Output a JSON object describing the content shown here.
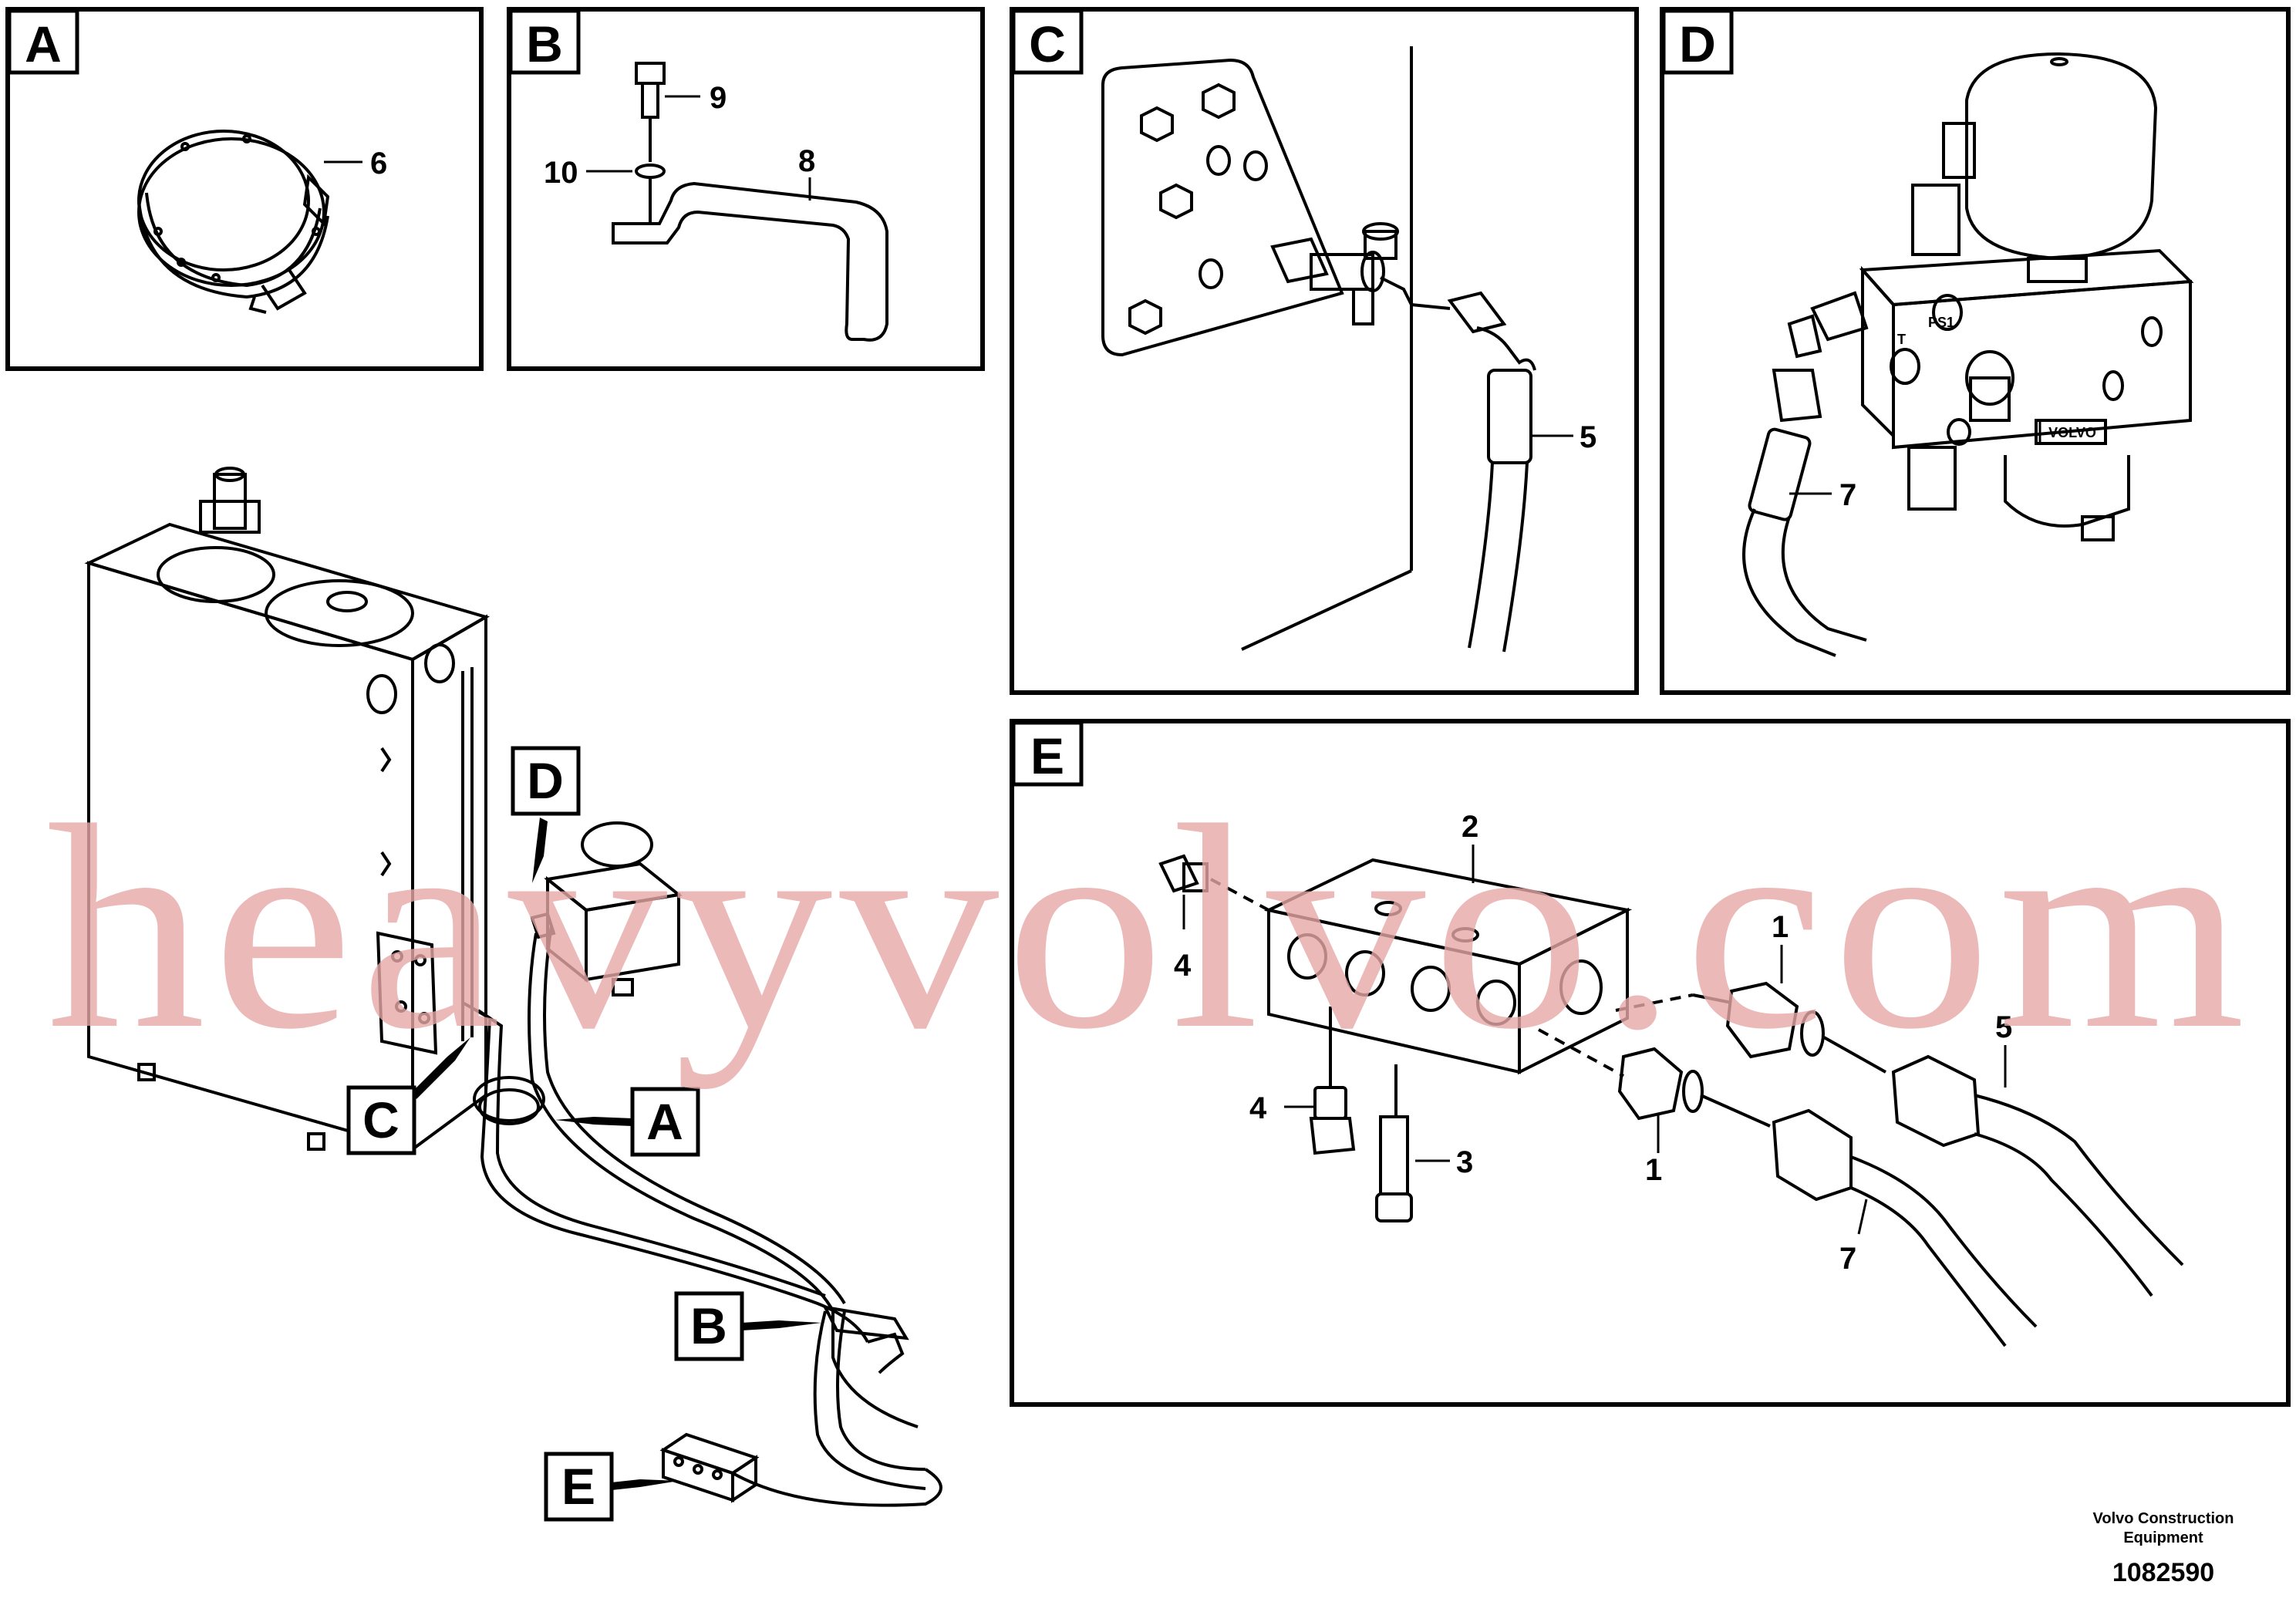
{
  "panels": {
    "a": {
      "letter": "A",
      "part_labels": [
        "6"
      ]
    },
    "b": {
      "letter": "B",
      "part_labels": [
        "9",
        "10",
        "8"
      ]
    },
    "c": {
      "letter": "C",
      "part_labels": [
        "5"
      ]
    },
    "d": {
      "letter": "D",
      "part_labels": [
        "7"
      ],
      "block_text": [
        "PS1",
        "T",
        "VOLVO"
      ]
    },
    "e": {
      "letter": "E",
      "part_labels": [
        "2",
        "4",
        "1",
        "5",
        "4",
        "3",
        "1",
        "7"
      ]
    }
  },
  "main_callouts": [
    "D",
    "C",
    "A",
    "B",
    "E"
  ],
  "watermark": "heavyvolvo.com",
  "footer": {
    "company_line1": "Volvo Construction",
    "company_line2": "Equipment",
    "drawing_number": "1082590"
  }
}
